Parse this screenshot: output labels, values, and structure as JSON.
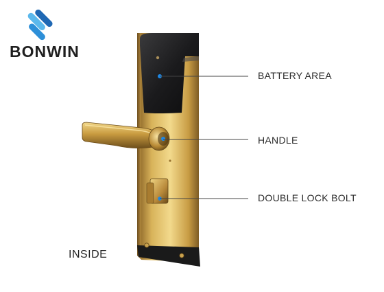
{
  "brand": {
    "name": "BONWIN"
  },
  "callouts": {
    "battery": "BATTERY AREA",
    "handle": "HANDLE",
    "bolt": "DOUBLE LOCK BOLT"
  },
  "side_label": "INSIDE",
  "colors": {
    "logo_light": "#5bb8ec",
    "logo_dark": "#1f68b4",
    "gold_light": "#efd27a",
    "gold_mid": "#c59a3e",
    "gold_dark": "#8a6628",
    "cover": "#1b1b1d",
    "dot": "#1e88e5",
    "leader": "#444444"
  },
  "icons": {
    "logo": "bonwin-logo-icon",
    "keyhole": "keyhole-icon",
    "screw": "screw-icon"
  }
}
